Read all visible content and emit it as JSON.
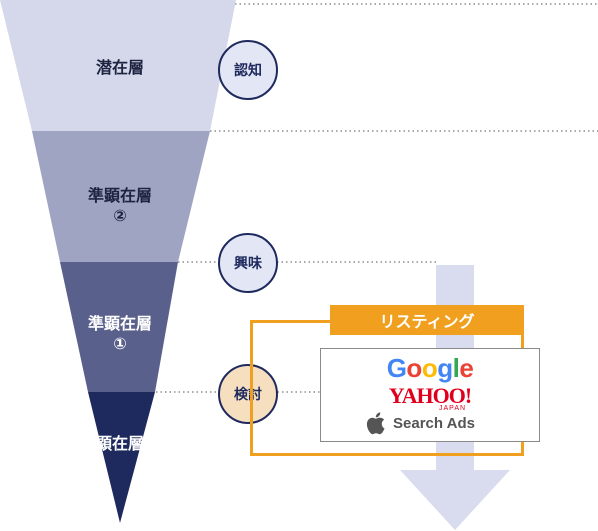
{
  "funnel": {
    "layers": [
      {
        "label": "潜在層",
        "color": "#d4d8ea"
      },
      {
        "label": "準顕在層",
        "sub": "②",
        "color": "#9fa4c2"
      },
      {
        "label": "準顕在層",
        "sub": "①",
        "color": "#59608c"
      },
      {
        "label": "顕在層",
        "color": "#1e2a5e"
      }
    ]
  },
  "stages": {
    "awareness": "認知",
    "interest": "興味",
    "consideration": "検討"
  },
  "listing": {
    "title": "リスティング",
    "accent": "#f0a01e",
    "logos": {
      "google": [
        "G",
        "o",
        "o",
        "g",
        "l",
        "e"
      ],
      "google_colors": [
        "#4285f4",
        "#ea4335",
        "#fbbc05",
        "#4285f4",
        "#34a853",
        "#ea4335"
      ],
      "yahoo": "YAHOO!",
      "yahoo_sub": "JAPAN",
      "apple_search_ads": "Search Ads",
      "apple_icon": "apple-icon"
    }
  },
  "arrow_color": "#d9dcee"
}
